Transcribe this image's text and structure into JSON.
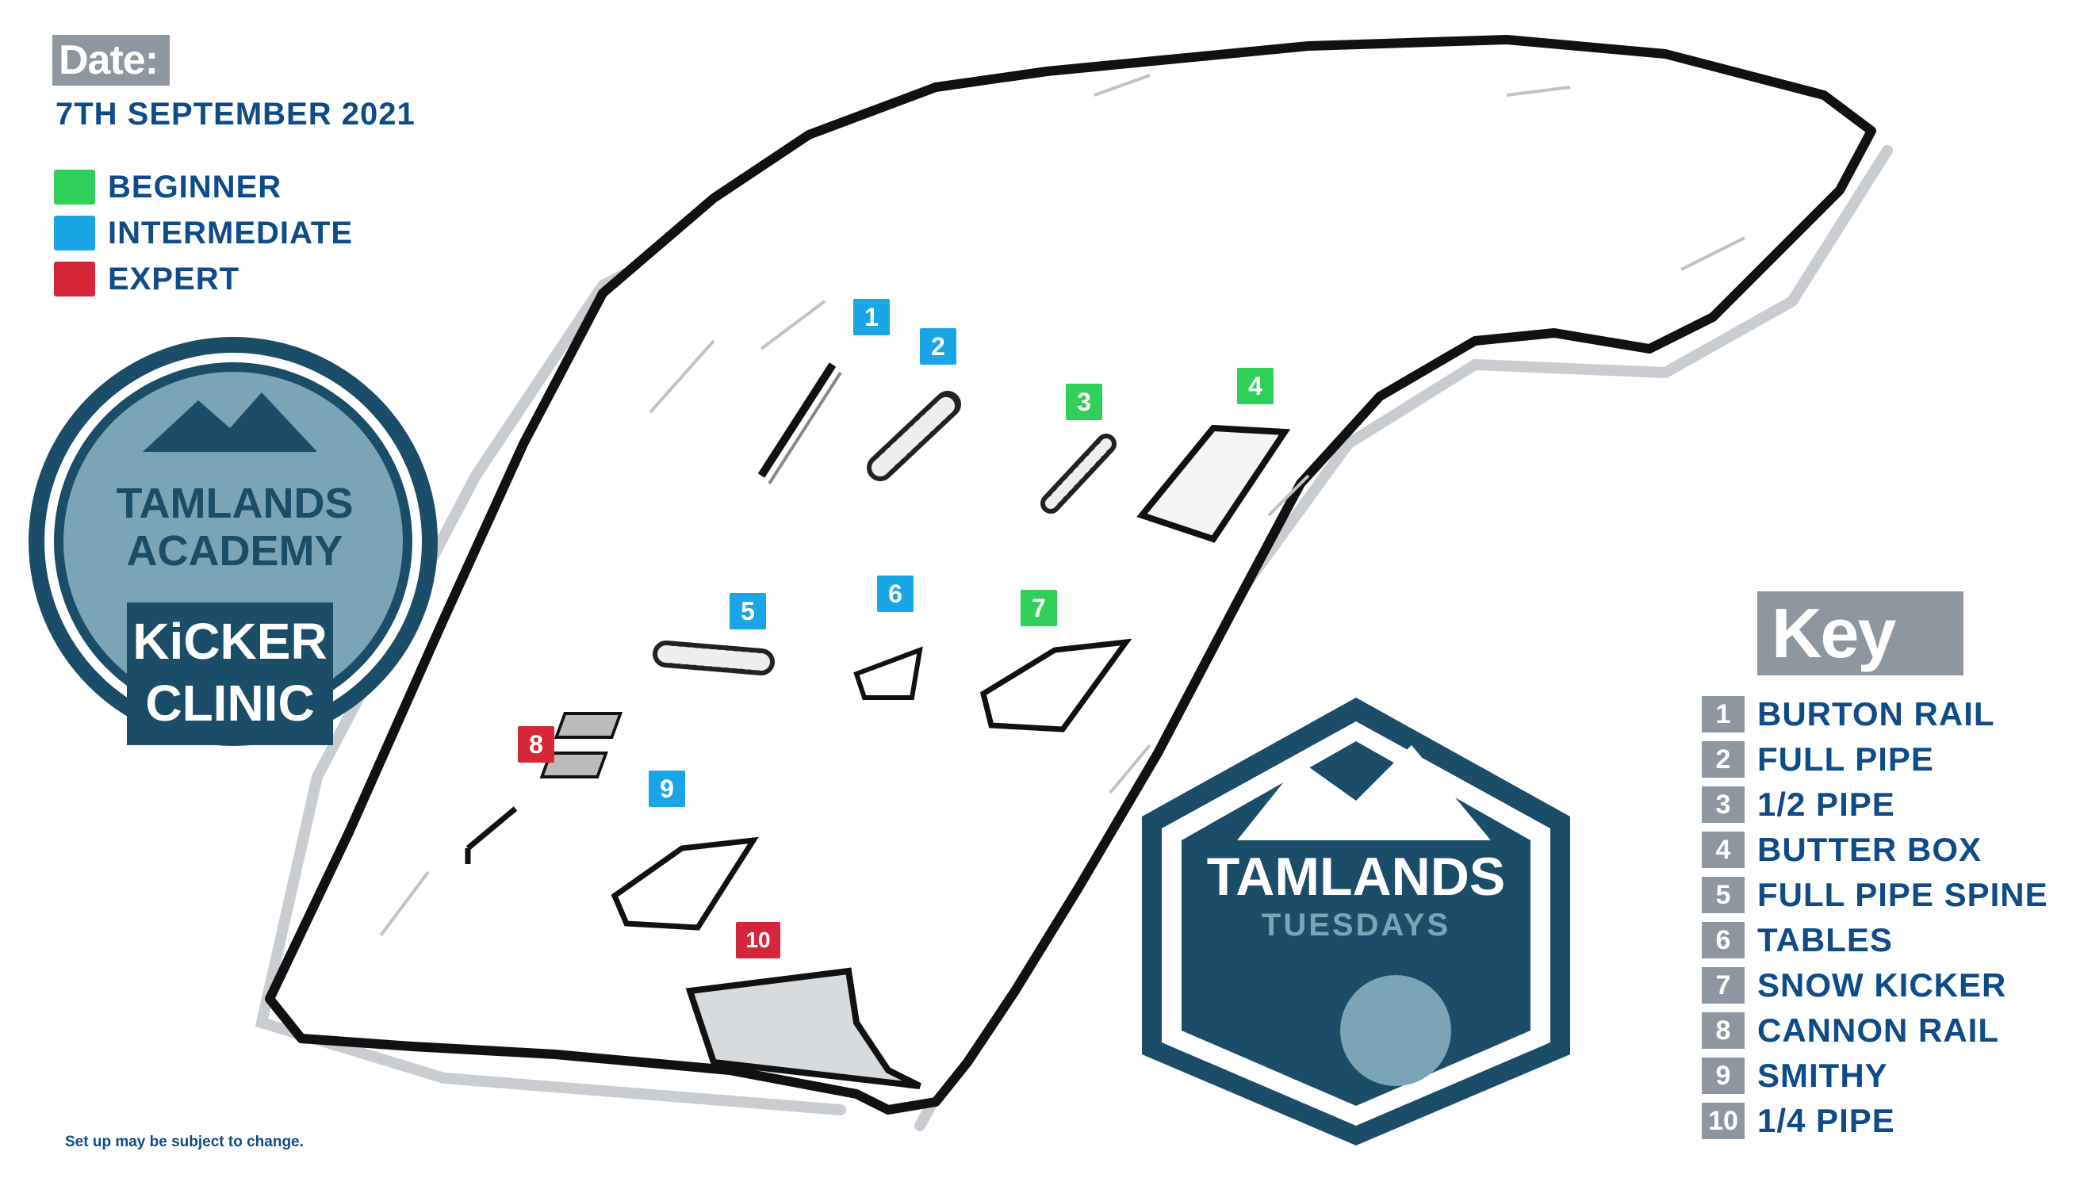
{
  "date": {
    "label": "Date:",
    "value": "7TH SEPTEMBER 2021"
  },
  "legend": [
    {
      "label": "BEGINNER",
      "color": "#2fcf5a"
    },
    {
      "label": "INTERMEDIATE",
      "color": "#1aa6e6"
    },
    {
      "label": "EXPERT",
      "color": "#d6263a"
    }
  ],
  "academy_logo": {
    "line1": "TAMLANDS",
    "line2": "ACADEMY",
    "line3": "KiCKER",
    "line4": "CLINIC"
  },
  "tuesdays_logo": {
    "line1": "TAMLANDS",
    "line2": "TUESDAYS"
  },
  "key": {
    "title": "Key",
    "items": [
      {
        "num": "1",
        "label": "BURTON RAIL"
      },
      {
        "num": "2",
        "label": "FULL PIPE"
      },
      {
        "num": "3",
        "label": "1/2 PIPE"
      },
      {
        "num": "4",
        "label": "BUTTER BOX"
      },
      {
        "num": "5",
        "label": "FULL PIPE SPINE"
      },
      {
        "num": "6",
        "label": "TABLES"
      },
      {
        "num": "7",
        "label": "SNOW KICKER"
      },
      {
        "num": "8",
        "label": "CANNON RAIL"
      },
      {
        "num": "9",
        "label": "SMITHY"
      },
      {
        "num": "10",
        "label": "1/4 PIPE"
      }
    ]
  },
  "features": [
    {
      "num": "1",
      "level": "intermediate"
    },
    {
      "num": "2",
      "level": "intermediate"
    },
    {
      "num": "3",
      "level": "beginner"
    },
    {
      "num": "4",
      "level": "beginner"
    },
    {
      "num": "5",
      "level": "intermediate"
    },
    {
      "num": "6",
      "level": "intermediate"
    },
    {
      "num": "7",
      "level": "beginner"
    },
    {
      "num": "8",
      "level": "expert"
    },
    {
      "num": "9",
      "level": "intermediate"
    },
    {
      "num": "10",
      "level": "expert"
    }
  ],
  "note": "Set up may be subject to change."
}
